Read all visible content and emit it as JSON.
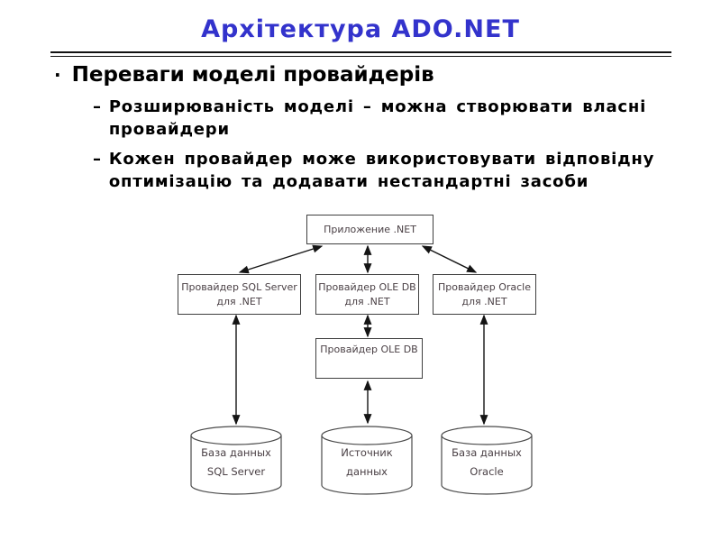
{
  "slide": {
    "title": "Архітектура ADO.NET",
    "title_color": "#3333cc"
  },
  "content": {
    "bullet_marker": "·",
    "dash_marker": "–",
    "bullet": "Переваги моделі провайдерів",
    "sub_bullets": [
      {
        "lines": [
          "Розширюваність моделі – можна створювати власні",
          "провайдери"
        ]
      },
      {
        "lines": [
          "Кожен провайдер може використовувати відповідну",
          "оптимізацію та додавати нестандартні засоби"
        ]
      }
    ]
  },
  "diagram": {
    "text_color": "#4a4045",
    "line_color": "#141414",
    "box_border_color": "#3f3f3f",
    "app_box": {
      "line1": "Приложение .NET"
    },
    "provider_boxes": [
      {
        "line1": "Провайдер SQL Server",
        "line2": "для .NET"
      },
      {
        "line1": "Провайдер OLE DB",
        "line2": "для .NET"
      },
      {
        "line1": "Провайдер Oracle",
        "line2": "для .NET"
      }
    ],
    "oledb_box": {
      "line1": "Провайдер OLE DB"
    },
    "cylinders": [
      {
        "line1": "База данных",
        "line2": "SQL Server"
      },
      {
        "line1": "Источник",
        "line2": "данных"
      },
      {
        "line1": "База данных",
        "line2": "Oracle"
      }
    ]
  }
}
